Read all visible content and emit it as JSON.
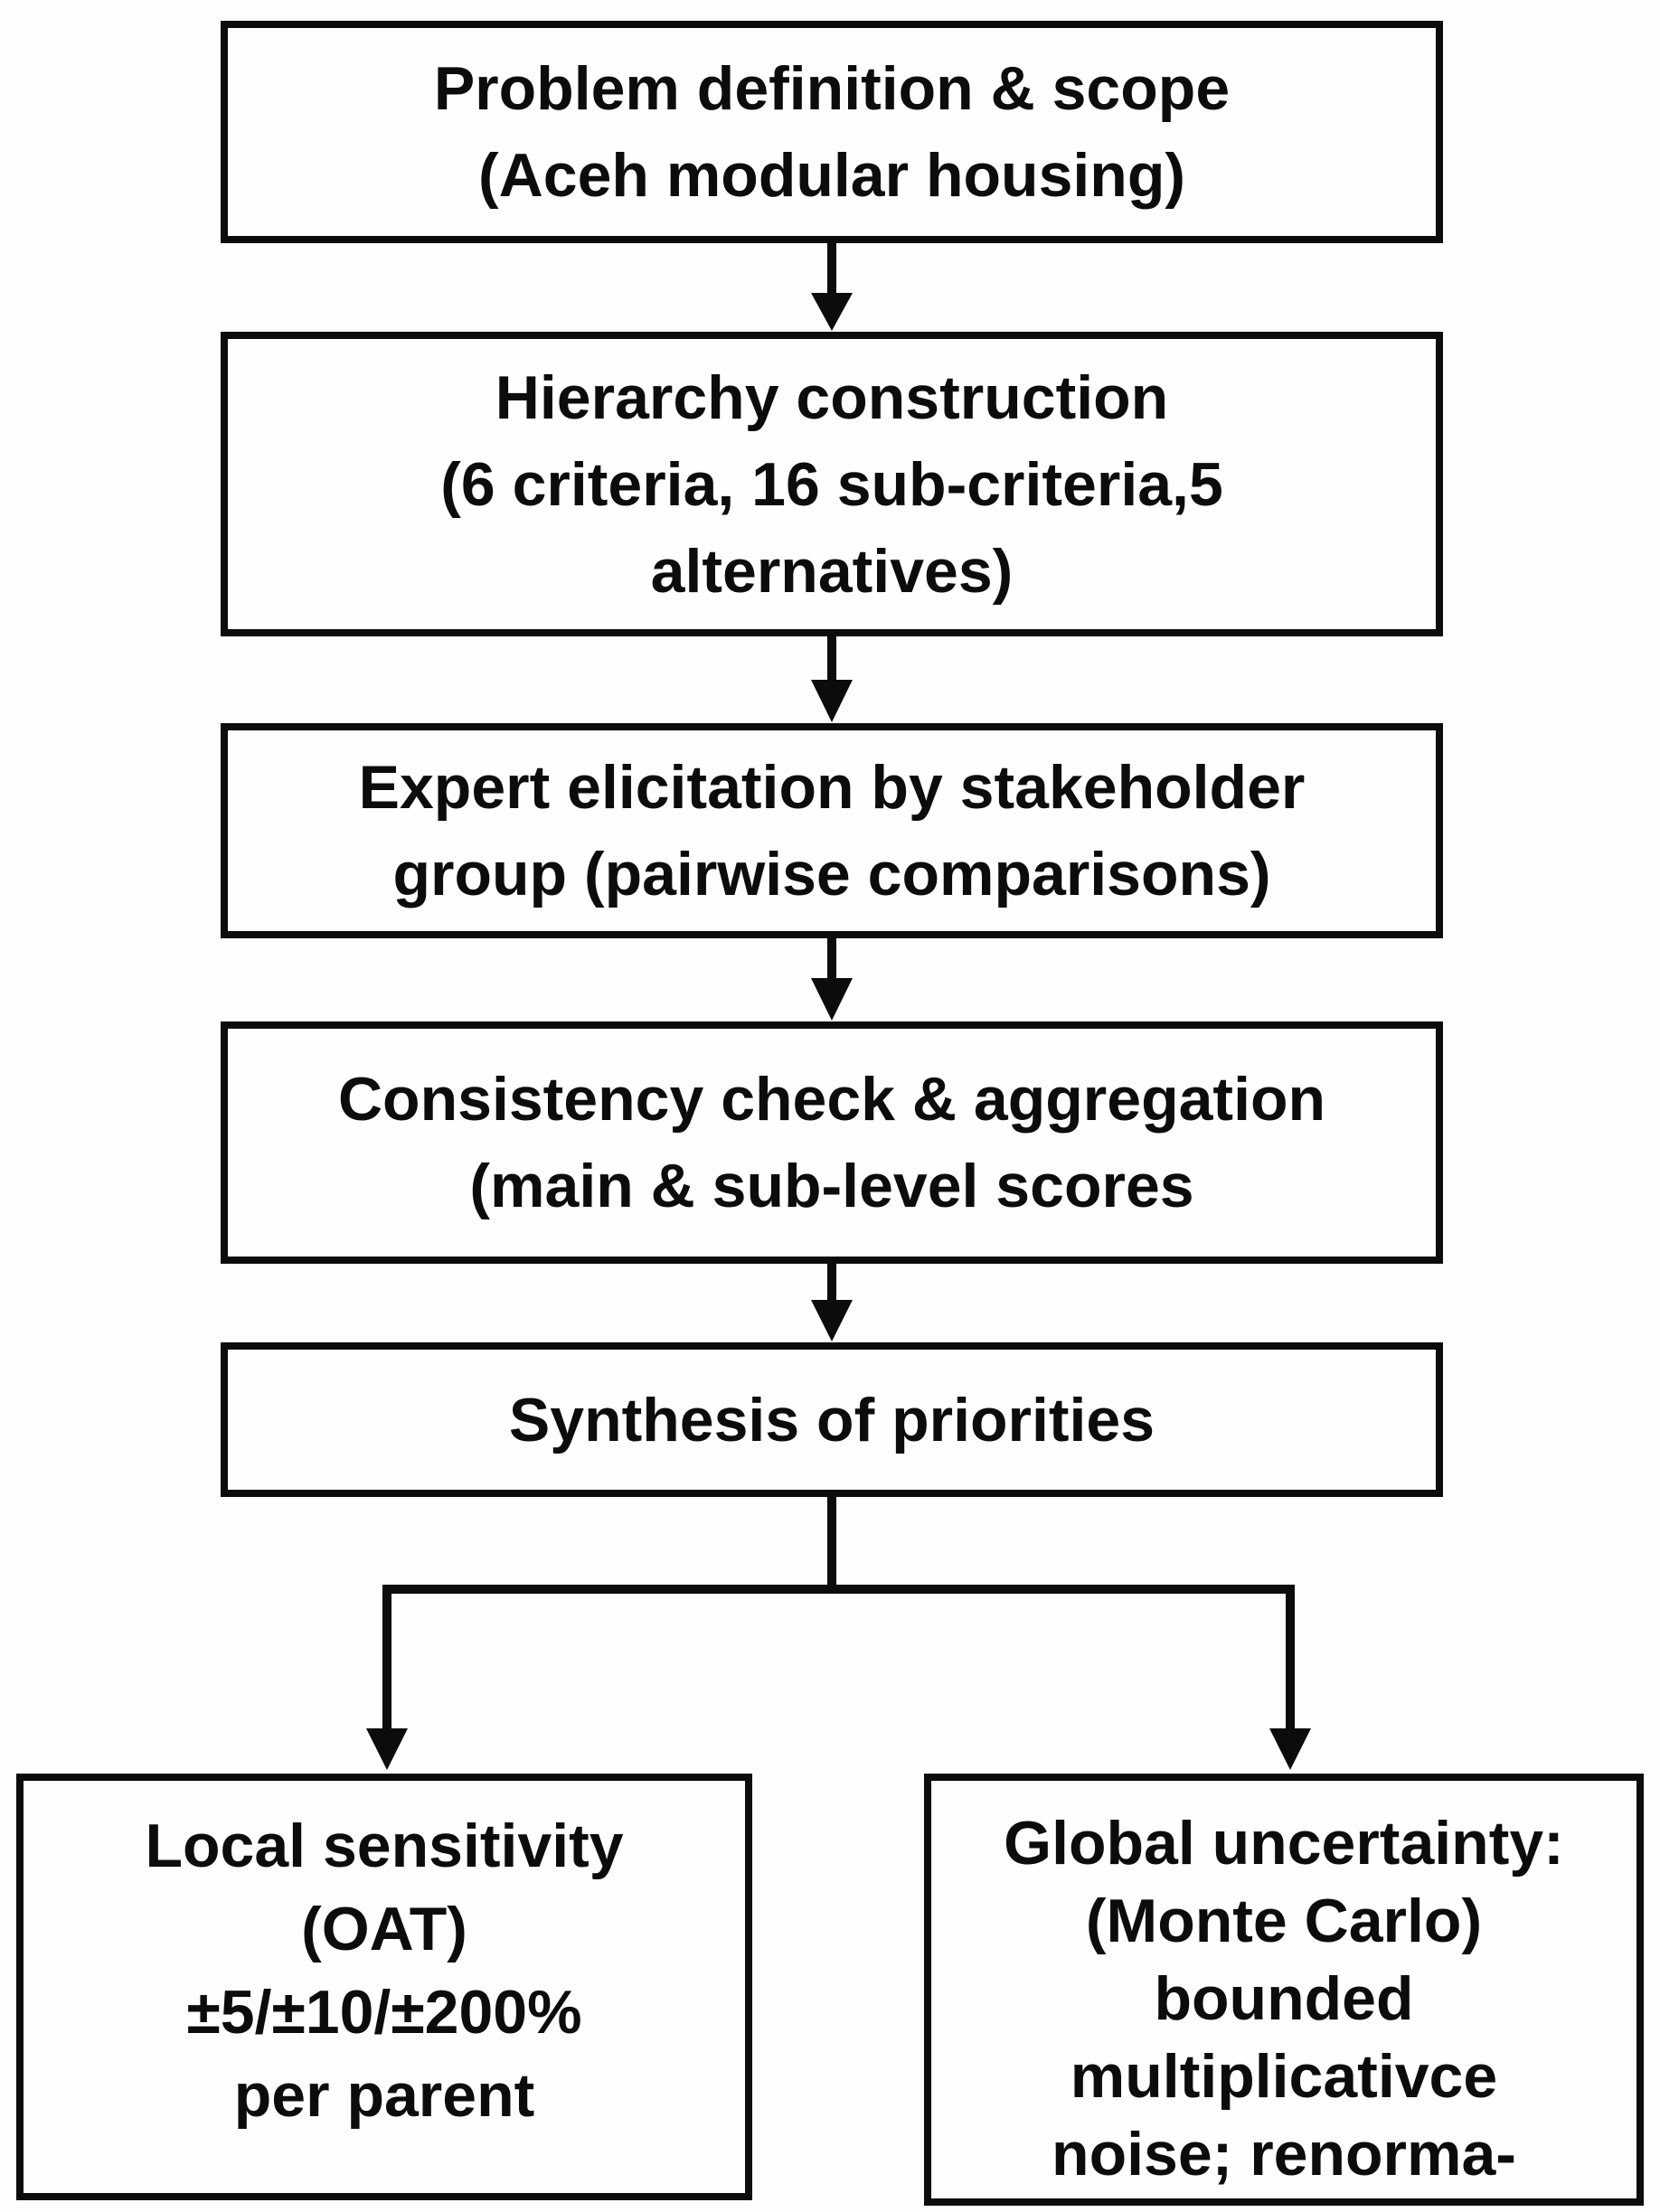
{
  "diagram": {
    "type": "flowchart",
    "colors": {
      "ink": "#0c0c0c",
      "background": "#fdfdfc",
      "box_fill": "#fefefe"
    },
    "nodes": [
      {
        "id": "problem-definition",
        "lines": [
          "Problem definition & scope",
          "(Aceh modular housing)"
        ]
      },
      {
        "id": "hierarchy-construction",
        "lines": [
          "Hierarchy construction",
          "(6 criteria, 16 sub-criteria,5",
          "alternatives)"
        ]
      },
      {
        "id": "expert-elicitation",
        "lines": [
          "Expert elicitation by stakeholder",
          "group (pairwise comparisons)"
        ]
      },
      {
        "id": "consistency-check",
        "lines": [
          "Consistency check & aggregation",
          "(main & sub-level scores"
        ]
      },
      {
        "id": "synthesis-of-priorities",
        "lines": [
          "Synthesis of priorities"
        ]
      },
      {
        "id": "local-sensitivity",
        "lines": [
          "Local sensitivity",
          "(OAT)",
          "±5/±10/±200%",
          "per parent"
        ]
      },
      {
        "id": "global-uncertainty",
        "lines": [
          "Global uncertainty:",
          "(Monte Carlo)",
          "bounded",
          "multiplicativce",
          "noise; renorma-"
        ]
      }
    ],
    "edges": [
      {
        "from": "problem-definition",
        "to": "hierarchy-construction"
      },
      {
        "from": "hierarchy-construction",
        "to": "expert-elicitation"
      },
      {
        "from": "expert-elicitation",
        "to": "consistency-check"
      },
      {
        "from": "consistency-check",
        "to": "synthesis-of-priorities"
      },
      {
        "from": "synthesis-of-priorities",
        "to": "local-sensitivity"
      },
      {
        "from": "synthesis-of-priorities",
        "to": "global-uncertainty"
      }
    ]
  }
}
